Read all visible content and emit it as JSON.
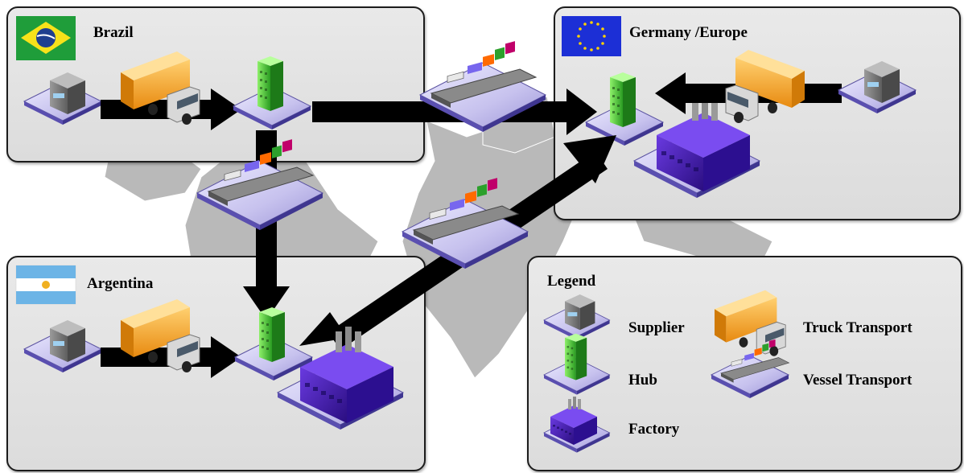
{
  "regions": {
    "brazil": {
      "label": "Brazil",
      "flag": "brazil-flag"
    },
    "germany": {
      "label": "Germany /Europe",
      "flag": "eu-flag"
    },
    "argentina": {
      "label": "Argentina",
      "flag": "argentina-flag"
    }
  },
  "legend": {
    "title": "Legend",
    "items": {
      "supplier": "Supplier",
      "hub": "Hub",
      "factory": "Factory",
      "truck": "Truck Transport",
      "vessel": "Vessel Transport"
    }
  },
  "colors": {
    "panel": "#e2e2e2",
    "platform": "#c9c4ee",
    "hub": "#42c030",
    "factory": "#4b22b8",
    "truck": "#f5a020",
    "arrow": "#000000",
    "brazil_green": "#1f9d3a",
    "brazil_yellow": "#f7e21a",
    "brazil_blue": "#1f3f8f",
    "argentina_blue": "#6cb4e6",
    "eu_blue": "#1c2fd6",
    "eu_star": "#ffd200"
  },
  "icons": [
    "supplier-icon",
    "hub-icon",
    "factory-icon",
    "truck-icon",
    "vessel-icon",
    "world-map",
    "brazil-flag",
    "eu-flag",
    "argentina-flag"
  ]
}
